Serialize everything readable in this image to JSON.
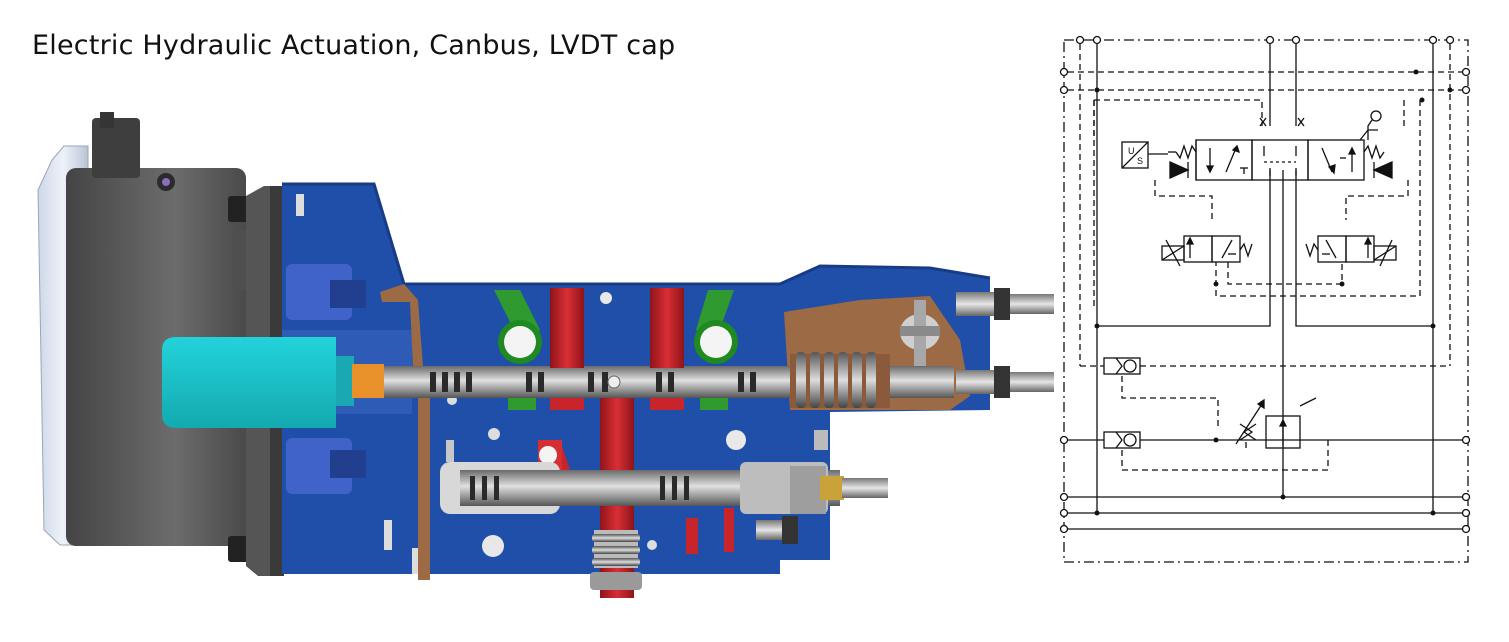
{
  "title": "Electric Hydraulic Actuation, Canbus, LVDT cap",
  "schematic_labels": {
    "transducer_u": "U",
    "transducer_s": "S"
  },
  "colors": {
    "housing_blue": "#1f4fa8",
    "spool_red": "#c8242b",
    "channel_green": "#2f9a2f",
    "lvdt_cyan": "#1ec8cf",
    "rod_orange": "#e8902a",
    "cap_brown": "#9c6a45",
    "motor_grey": "#5a5a5a",
    "motor_cover": "#dfe7f2"
  }
}
